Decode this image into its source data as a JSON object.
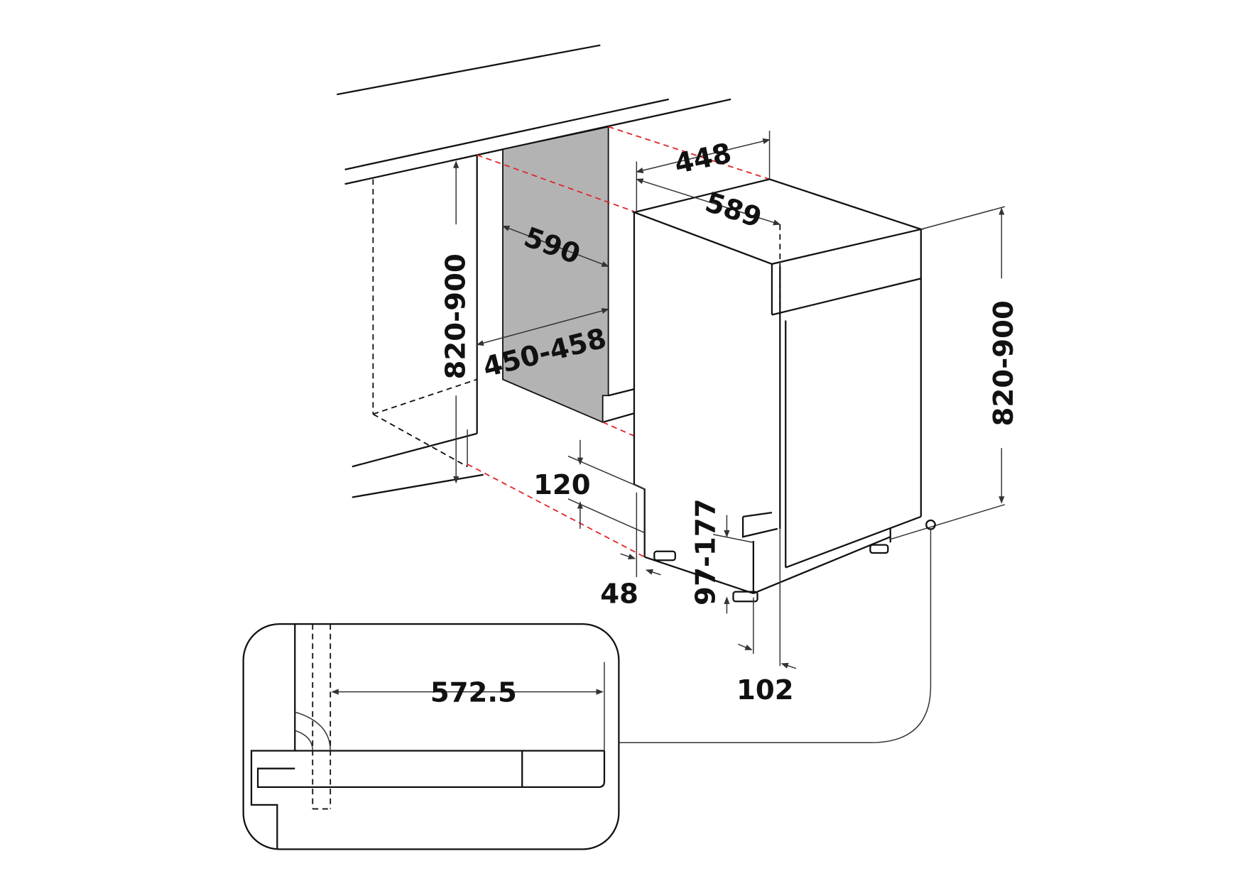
{
  "diagram": {
    "type": "dishwasher installation dimensions",
    "colors": {
      "line": "#111111",
      "niche_fill": "#b3b3b3",
      "guide_red": "#e0262a"
    },
    "labels": {
      "niche_height": "820-900",
      "niche_depth": "590",
      "niche_width": "450-458",
      "appliance_width": "448",
      "appliance_depth": "589",
      "appliance_height": "820-900",
      "plinth_height": "120",
      "plinth_offset": "48",
      "foot_range": "97-177",
      "door_offset": "102",
      "inset_depth": "572.5"
    }
  }
}
